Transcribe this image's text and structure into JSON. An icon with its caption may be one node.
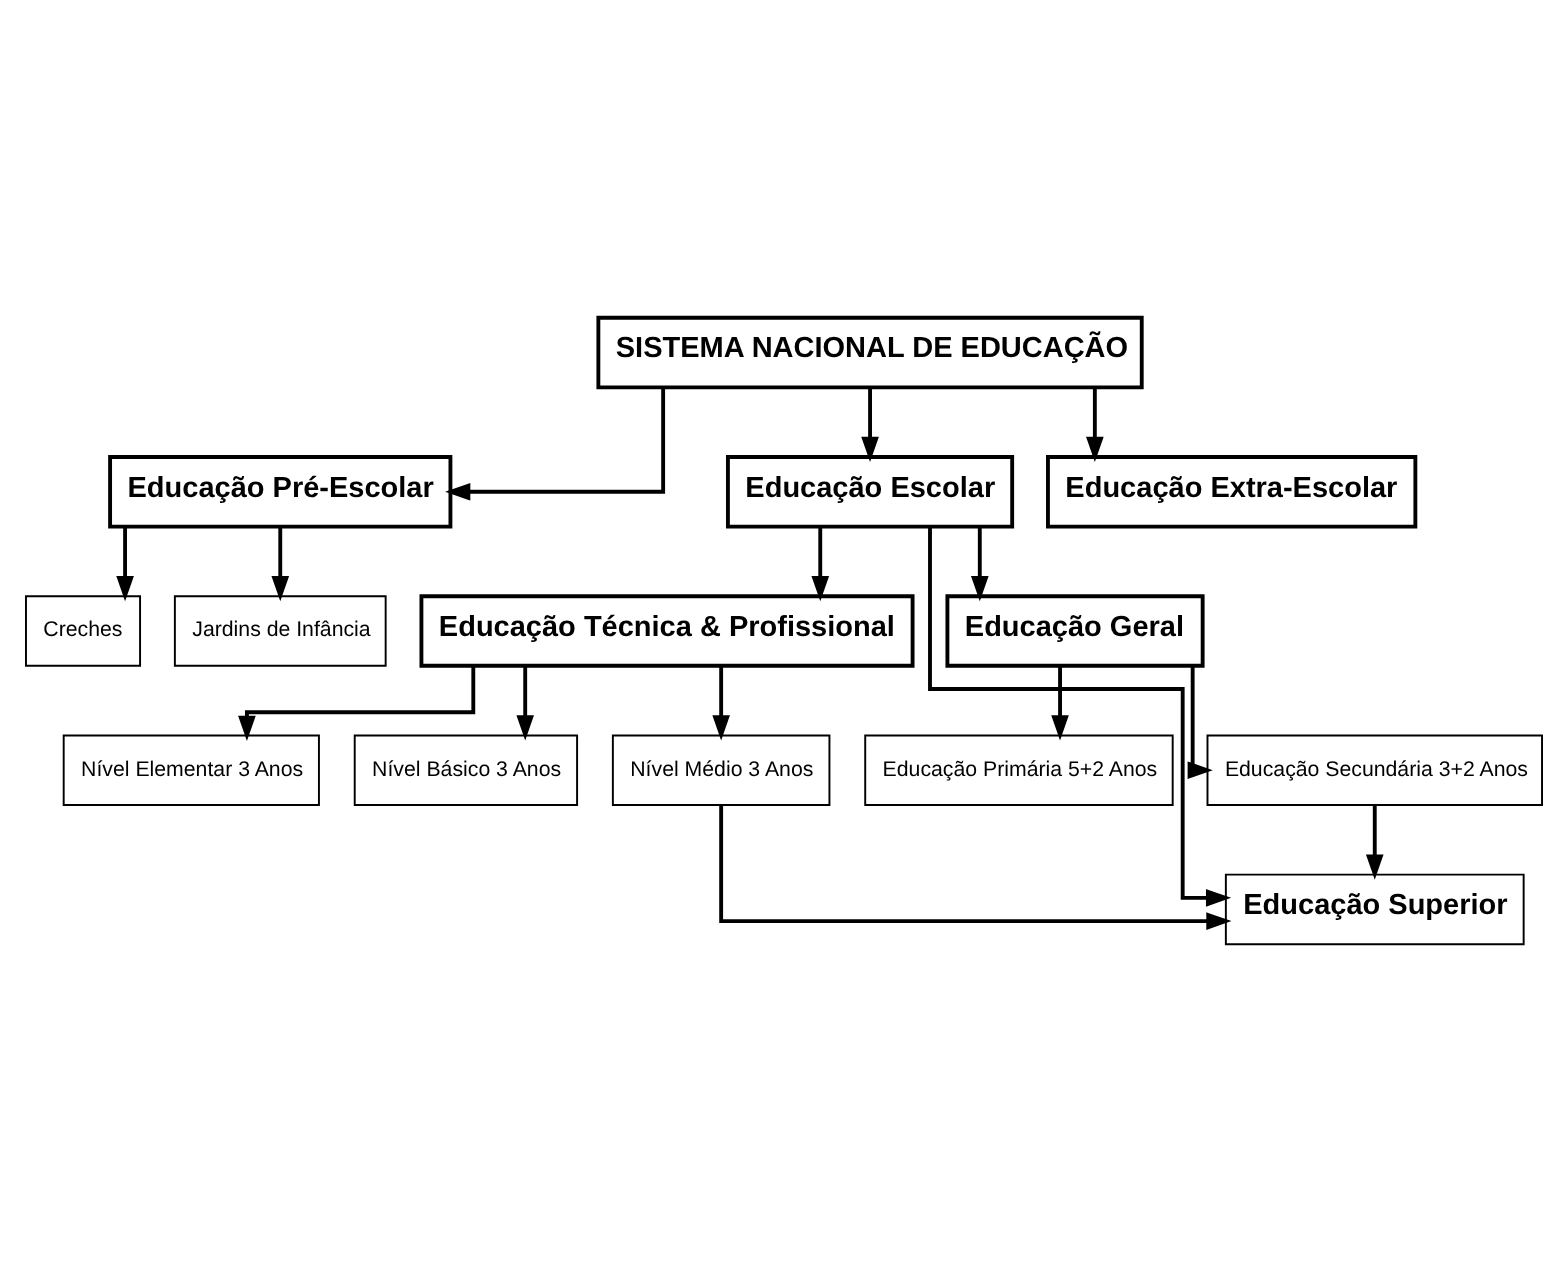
{
  "diagram": {
    "nodes": [
      {
        "text": [
          "SISTEMA NACIONAL DE EDUCAÇÃO"
        ]
      },
      {
        "text": [
          "Educação Pré-Escolar"
        ]
      },
      {
        "text": [
          "Educação Escolar"
        ]
      },
      {
        "text": [
          "Educação Extra-Escolar"
        ]
      },
      {
        "text": [
          "Creches"
        ]
      },
      {
        "text": [
          "Jardins de Infância"
        ]
      },
      {
        "text": [
          "Educação Técnica & Profissional"
        ]
      },
      {
        "text": [
          "Educação Geral"
        ]
      },
      {
        "text": [
          "Nível Elementar 3 Anos"
        ]
      },
      {
        "text": [
          "Nível Básico 3 Anos"
        ]
      },
      {
        "text": [
          "Nível Médio 3 Anos"
        ]
      },
      {
        "text": [
          "Educação Primária 5+2 Anos"
        ]
      },
      {
        "text": [
          "Educação Secundária 3+2 Anos"
        ]
      },
      {
        "text": [
          "Educação Superior"
        ]
      }
    ],
    "edges": [
      {
        "from": 0,
        "to": 1,
        "arrow": "to"
      },
      {
        "from": 0,
        "to": 2,
        "arrow": "to"
      },
      {
        "from": 0,
        "to": 3,
        "arrow": "to"
      },
      {
        "from": 1,
        "to": 4,
        "arrow": "to"
      },
      {
        "from": 1,
        "to": 5,
        "arrow": "to"
      },
      {
        "from": 2,
        "to": 6,
        "arrow": "to"
      },
      {
        "from": 2,
        "to": 7,
        "arrow": "to"
      },
      {
        "from": 2,
        "to": 13,
        "arrow": "to"
      },
      {
        "from": 6,
        "to": 8,
        "arrow": "to"
      },
      {
        "from": 6,
        "to": 9,
        "arrow": "to"
      },
      {
        "from": 6,
        "to": 10,
        "arrow": "to"
      },
      {
        "from": 7,
        "to": 11,
        "arrow": "to"
      },
      {
        "from": 7,
        "to": 12,
        "arrow": "to"
      },
      {
        "from": 12,
        "to": 13,
        "arrow": "to"
      },
      {
        "from": 10,
        "to": 13,
        "arrow": "to"
      }
    ]
  }
}
